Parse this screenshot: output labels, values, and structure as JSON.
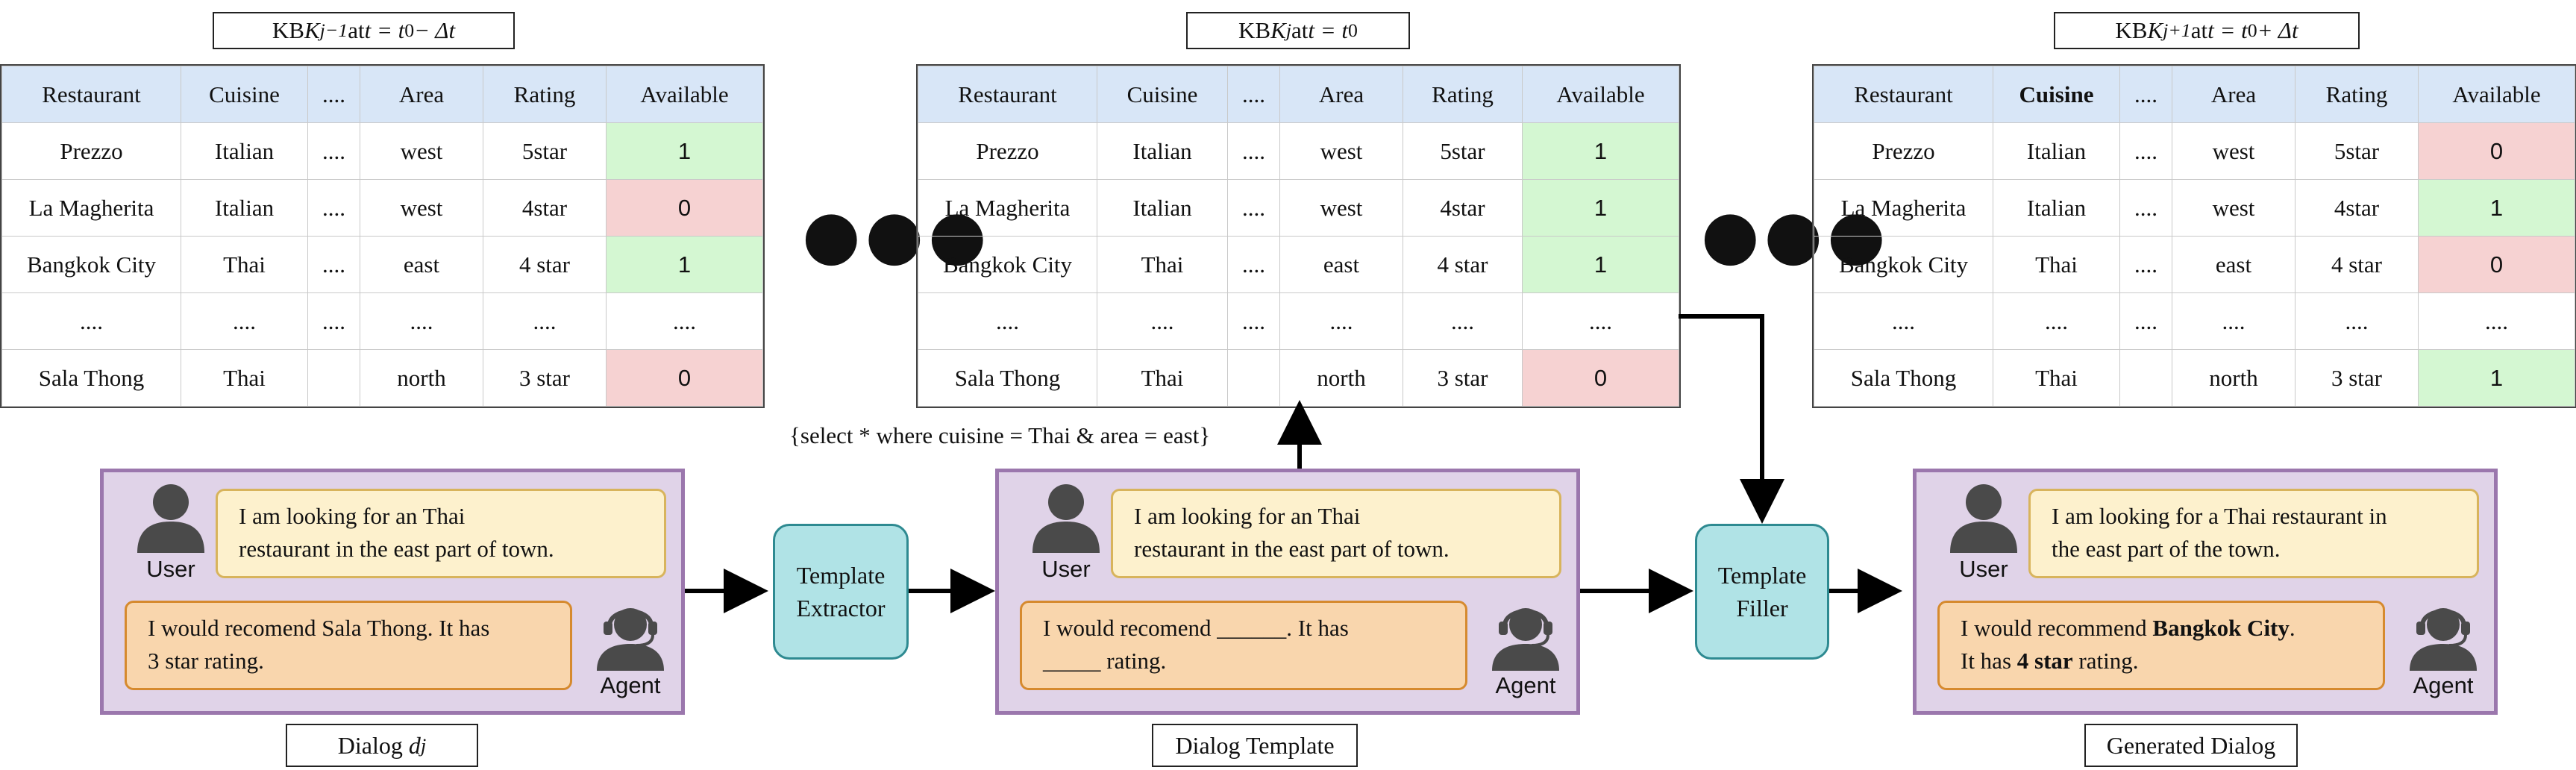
{
  "kb_tables": [
    {
      "caption_prefix": "KB ",
      "caption_symbol": "K",
      "caption_sub": "j−1",
      "caption_mid": " at ",
      "caption_expr": "t = t",
      "caption_expr_sub": "0",
      "caption_tail": " − Δt",
      "headers": [
        "Restaurant",
        "Cuisine",
        "....",
        "Area",
        "Rating",
        "Available"
      ],
      "rows": [
        [
          "Prezzo",
          "Italian",
          "....",
          "west",
          "5star",
          "1"
        ],
        [
          "La Magherita",
          "Italian",
          "....",
          "west",
          "4star",
          "0"
        ],
        [
          "Bangkok City",
          "Thai",
          "....",
          "east",
          "4 star",
          "1"
        ],
        [
          "....",
          "....",
          "....",
          "....",
          "....",
          "...."
        ],
        [
          "Sala Thong",
          "Thai",
          "",
          "north",
          "3 star",
          "0"
        ]
      ]
    },
    {
      "caption_prefix": "KB ",
      "caption_symbol": "K",
      "caption_sub": "j",
      "caption_mid": " at ",
      "caption_expr": "t = t",
      "caption_expr_sub": "0",
      "caption_tail": "",
      "headers": [
        "Restaurant",
        "Cuisine",
        "....",
        "Area",
        "Rating",
        "Available"
      ],
      "rows": [
        [
          "Prezzo",
          "Italian",
          "....",
          "west",
          "5star",
          "1"
        ],
        [
          "La Magherita",
          "Italian",
          "....",
          "west",
          "4star",
          "1"
        ],
        [
          "Bangkok City",
          "Thai",
          "....",
          "east",
          "4 star",
          "1"
        ],
        [
          "....",
          "....",
          "....",
          "....",
          "....",
          "...."
        ],
        [
          "Sala Thong",
          "Thai",
          "",
          "north",
          "3 star",
          "0"
        ]
      ]
    },
    {
      "caption_prefix": "KB ",
      "caption_symbol": "K",
      "caption_sub": "j+1",
      "caption_mid": " at ",
      "caption_expr": "t = t",
      "caption_expr_sub": "0",
      "caption_tail": " + Δt",
      "headers": [
        "Restaurant",
        "Cuisine",
        "....",
        "Area",
        "Rating",
        "Available"
      ],
      "rows": [
        [
          "Prezzo",
          "Italian",
          "....",
          "west",
          "5star",
          "0"
        ],
        [
          "La Magherita",
          "Italian",
          "....",
          "west",
          "4star",
          "1"
        ],
        [
          "Bangkok City",
          "Thai",
          "....",
          "east",
          "4 star",
          "0"
        ],
        [
          "....",
          "....",
          "....",
          "....",
          "....",
          "...."
        ],
        [
          "Sala Thong",
          "Thai",
          "",
          "north",
          "3 star",
          "1"
        ]
      ]
    }
  ],
  "ellipsis": "●●●",
  "query": "{select * where cuisine = Thai & area = east}",
  "dialogs": {
    "original": {
      "user_line1": "I am looking for an Thai",
      "user_line2": "restaurant in the east part of town.",
      "agent_line1": "I would recomend Sala Thong. It has",
      "agent_line2": "3 star  rating."
    },
    "template": {
      "user_line1": "I am looking for an Thai",
      "user_line2": "restaurant in the east part of town.",
      "agent_line1": "I would recomend ______. It has",
      "agent_line2": "_____  rating."
    },
    "generated": {
      "user_line1": "I am looking for a Thai restaurant in",
      "user_line2": "the east part of the town.",
      "agent_line1_pre": "I would recommend ",
      "agent_line1_bold": "Bangkok City",
      "agent_line1_post": ".",
      "agent_line2_pre": "It has ",
      "agent_line2_bold": "4 star",
      "agent_line2_post": " rating."
    }
  },
  "roles": {
    "user": "User",
    "agent": "Agent"
  },
  "processes": {
    "extractor_line1": "Template",
    "extractor_line2": "Extractor",
    "filler_line1": "Template",
    "filler_line2": "Filler"
  },
  "bottom_labels": {
    "dialog_prefix": "Dialog ",
    "dialog_symbol": "d",
    "dialog_sub": "j",
    "template": "Dialog Template",
    "generated": "Generated Dialog"
  },
  "colors": {
    "available_1": "#d4f7d2",
    "available_0": "#f6d2d2",
    "header_bg": "#d8e6f7",
    "dialog_bg": "#e0d3e8",
    "dialog_border": "#9b77ad",
    "user_bubble": "#fdf1cd",
    "agent_bubble": "#f9d6ad",
    "process_bg": "#b0e3e6"
  }
}
